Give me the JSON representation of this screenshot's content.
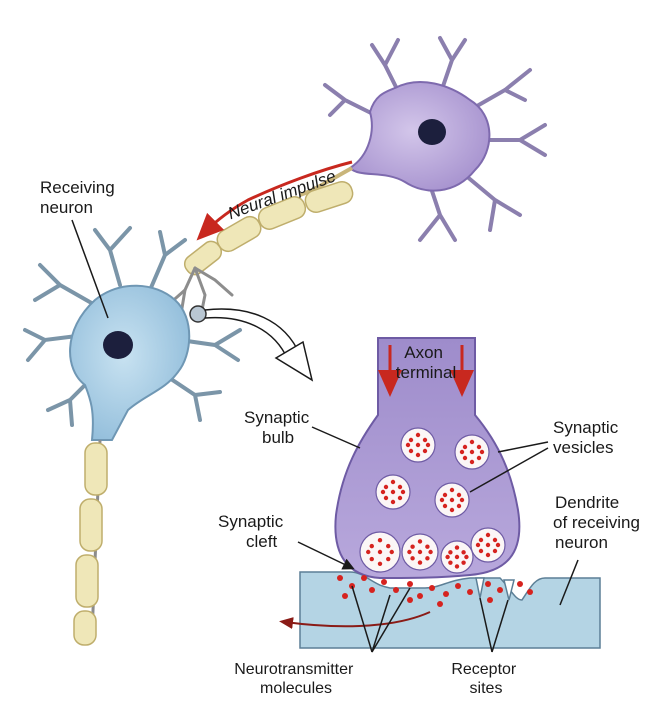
{
  "labels": {
    "receiving_neuron": [
      "Receiving",
      "neuron"
    ],
    "neural_impulse": "Neural impulse",
    "axon_terminal": [
      "Axon",
      "terminal"
    ],
    "synaptic_bulb": [
      "Synaptic",
      "bulb"
    ],
    "synaptic_vesicles": [
      "Synaptic",
      "vesicles"
    ],
    "dendrite": [
      "Dendrite",
      "of receiving",
      "neuron"
    ],
    "synaptic_cleft": [
      "Synaptic",
      "cleft"
    ],
    "neurotransmitter": [
      "Neurotransmitter",
      "molecules"
    ],
    "receptor_sites": [
      "Receptor",
      "sites"
    ]
  },
  "colors": {
    "receiving_neuron_body": "#a9cfe6",
    "sending_neuron_body": "#b9a6d8",
    "nucleus": "#1c1f3d",
    "myelin": "#efe7b8",
    "bulb": "#a896cf",
    "cleft_fluid": "#b4d4e4",
    "neurotransmitter": "#d6231f",
    "impulse_arrow": "#c8281f"
  }
}
